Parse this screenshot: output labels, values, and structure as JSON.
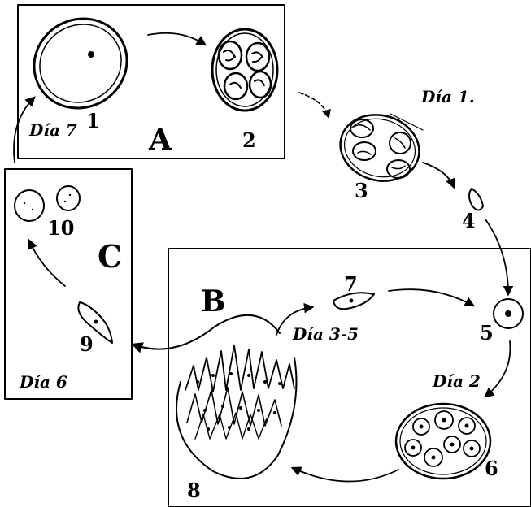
{
  "diagram": {
    "panels": {
      "a": {
        "label": "A"
      },
      "b": {
        "label": "B"
      },
      "c": {
        "label": "C"
      }
    },
    "days": {
      "d1": "Día 1.",
      "d2": "Día 2",
      "d35": "Día 3-5",
      "d6": "Día 6",
      "d7": "Día 7"
    },
    "stages": {
      "s1": "1",
      "s2": "2",
      "s3": "3",
      "s4": "4",
      "s5": "5",
      "s6": "6",
      "s7": "7",
      "s8": "8",
      "s9": "9",
      "s10": "10"
    }
  }
}
